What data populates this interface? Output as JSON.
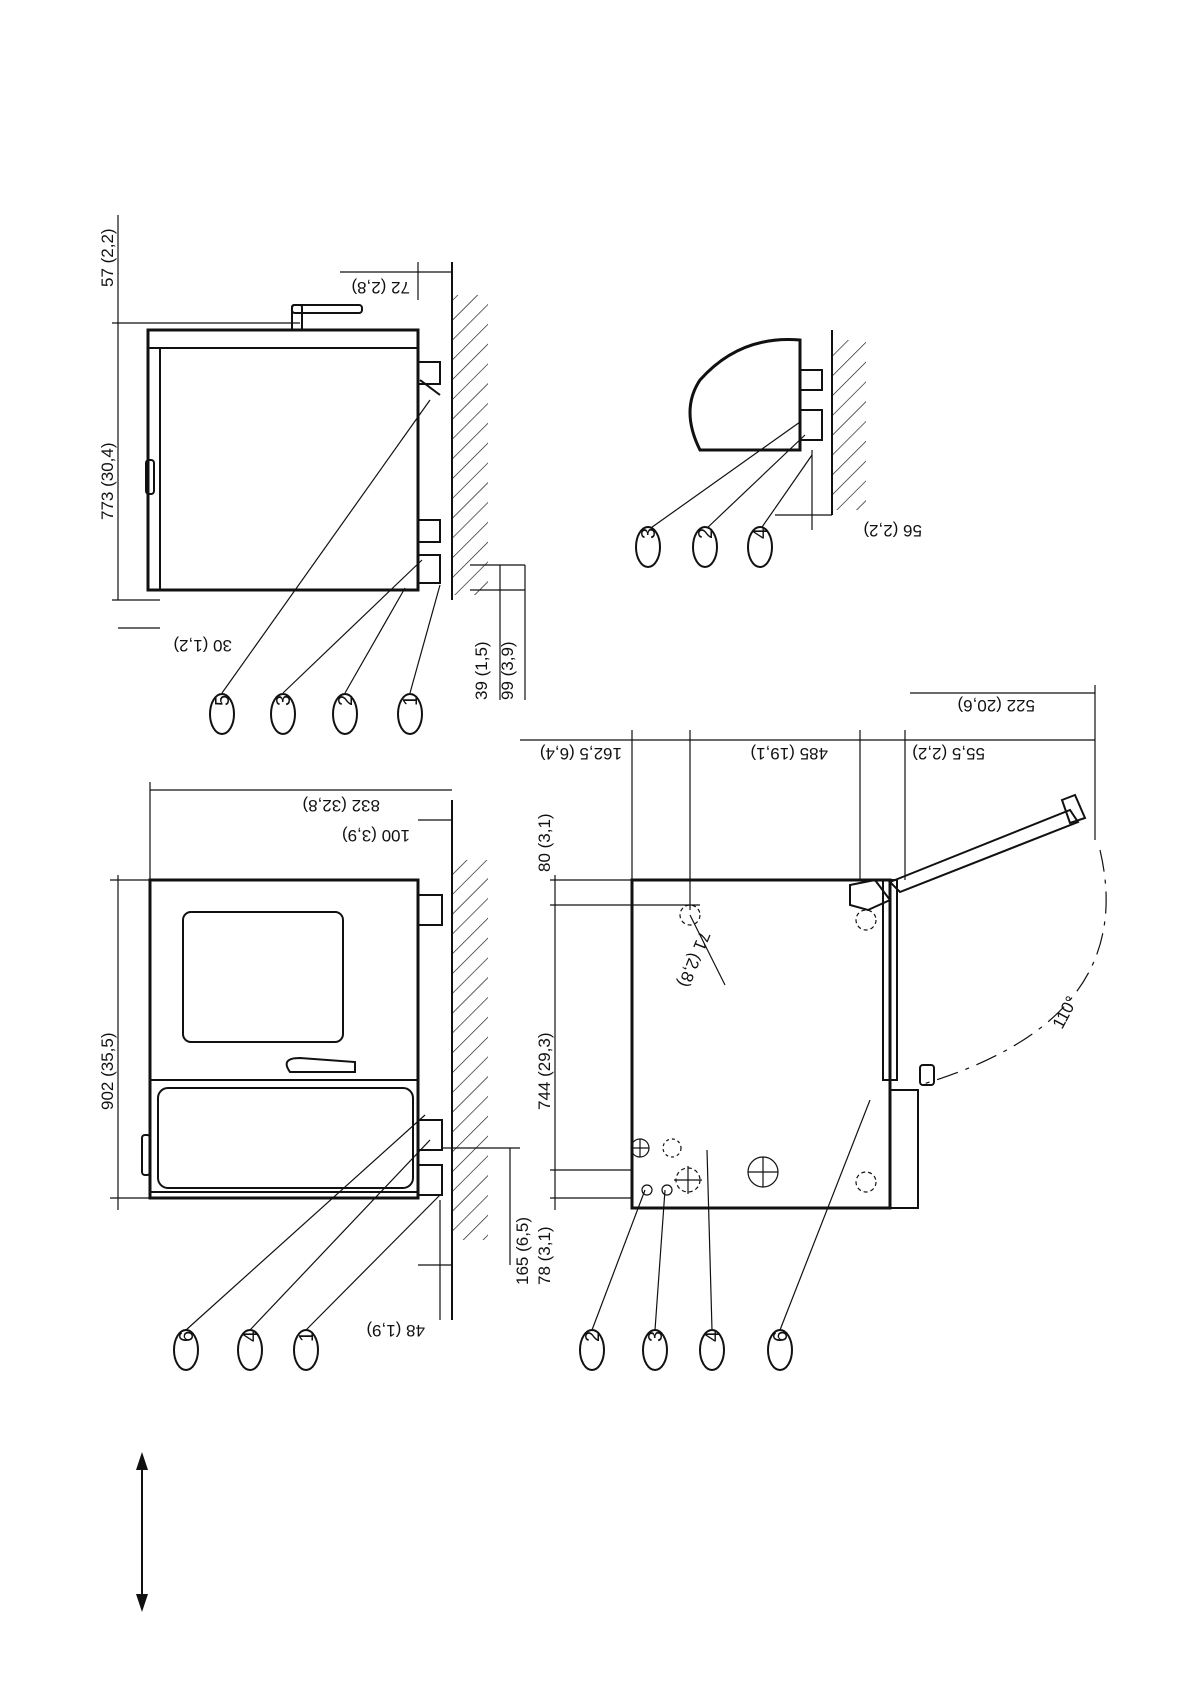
{
  "dimensions": {
    "d_57": "57  (2,2)",
    "d_773": "773  (30,4)",
    "d_72": "72  (2,8)",
    "d_30": "30  (1,2)",
    "d_39": "39  (1,5)",
    "d_99": "99  (3,9)",
    "d_56": "56  (2,2)",
    "d_902": "902  (35,5)",
    "d_832": "832  (32,8)",
    "d_100": "100  (3,9)",
    "d_48": "48  (1,9)",
    "d_165": "165  (6,5)",
    "d_80": "80  (3,1)",
    "d_744": "744  (29,3)",
    "d_78": "78  (3,1)",
    "d_162": "162,5  (6,4)",
    "d_485": "485  (19,1)",
    "d_55": "55,5  (2,2)",
    "d_522": "522  (20,6)",
    "d_71": "71  (2,8)",
    "angle": "110°"
  },
  "callouts": {
    "side": [
      "5",
      "3",
      "2",
      "1"
    ],
    "detail": [
      "3",
      "2",
      "4"
    ],
    "front": [
      "6",
      "4",
      "1"
    ],
    "plan": [
      "2",
      "3",
      "4",
      "6"
    ]
  }
}
